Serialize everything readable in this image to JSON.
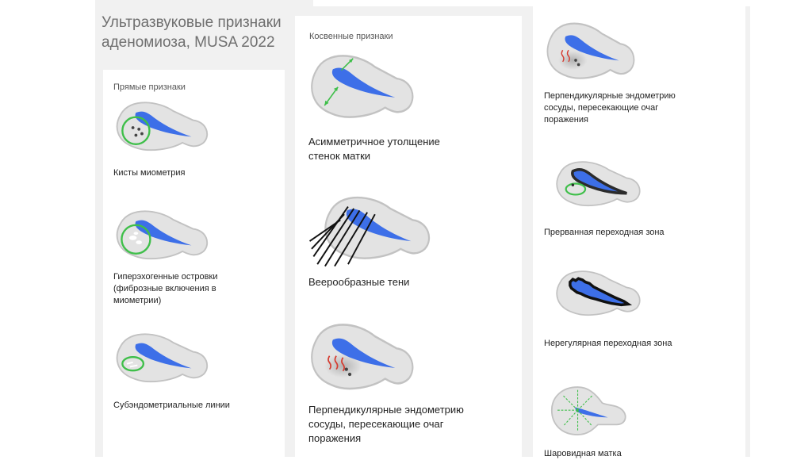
{
  "title": "Ультразвуковые признаки аденомиоза, MUSA 2022",
  "direct": {
    "label": "Прямые признаки",
    "items": [
      {
        "caption": "Кисты миометрия"
      },
      {
        "caption": "Гиперэхогенные островки (фиброзные включения в миометрии)"
      },
      {
        "caption": "Субэндометриальные линии"
      }
    ]
  },
  "indirect": {
    "label": "Косвенные признаки",
    "items": [
      {
        "caption": "Асимметричное утолщение стенок матки"
      },
      {
        "caption": "Веерообразные тени"
      },
      {
        "caption": "Перпендикулярные эндометрию сосуды, пересекающие очаг поражения"
      }
    ]
  },
  "right": {
    "items": [
      {
        "caption": "Перпендикулярные эндометрию сосуды, пересекающие очаг поражения"
      },
      {
        "caption": "Прерванная переходная зона"
      },
      {
        "caption": "Нерегулярная переходная зона"
      },
      {
        "caption": "Шаровидная матка"
      }
    ]
  },
  "colors": {
    "uterus_fill": "#e3e3e3",
    "uterus_stroke": "#c2c2c2",
    "endometrium": "#3d6fe8",
    "highlight_green": "#3fbf4a",
    "vessel_red": "#d63b2f",
    "dark_zone": "#2b2b2b"
  }
}
